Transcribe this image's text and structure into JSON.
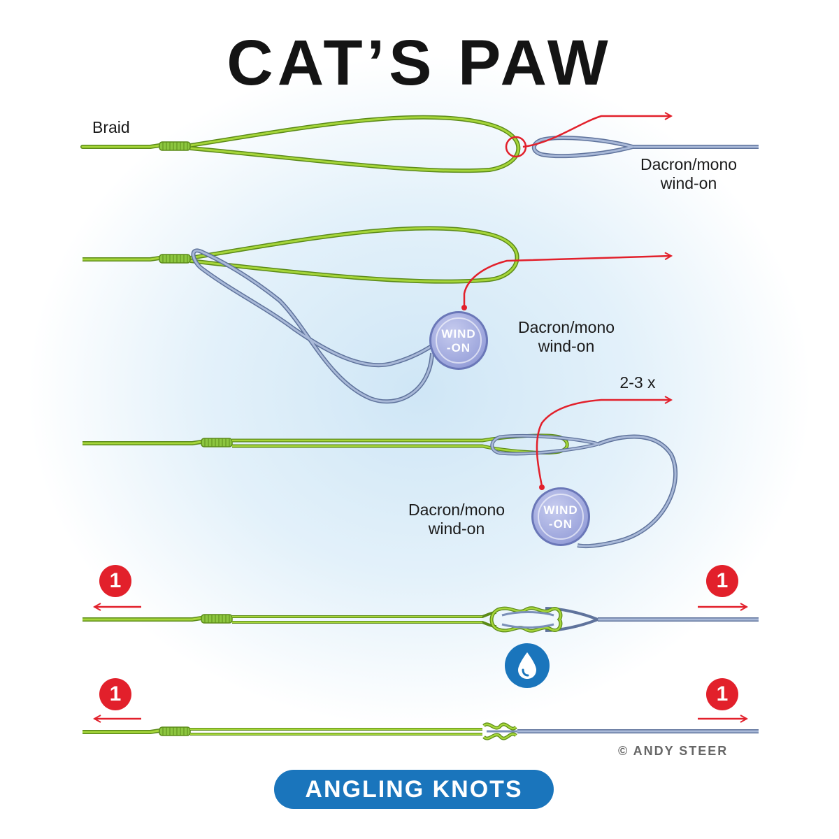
{
  "title": "CAT’S PAW",
  "labels": {
    "braid": "Braid",
    "step1_windon": "Dacron/mono\nwind-on",
    "step2_windon": "Dacron/mono\nwind-on",
    "step3_repeat": "2-3 x",
    "step3_windon": "Dacron/mono\nwind-on"
  },
  "disc_text": "WIND\n-ON",
  "badges": {
    "step4_left": "1",
    "step4_right": "1",
    "step5_left": "1",
    "step5_right": "1"
  },
  "copyright": "© ANDY STEER",
  "footer": "ANGLING KNOTS",
  "icons": {
    "wet_knot": "water-drop-icon",
    "pull_direction": "arrow-icon"
  },
  "colors": {
    "braid": "#9acd32",
    "windon": "#7a8fb8",
    "arrow": "#e2202b",
    "badge": "#e2202b",
    "footer_bg": "#1a75bc",
    "drop_bg": "#1a75bc",
    "disc": "#9aa3db"
  }
}
